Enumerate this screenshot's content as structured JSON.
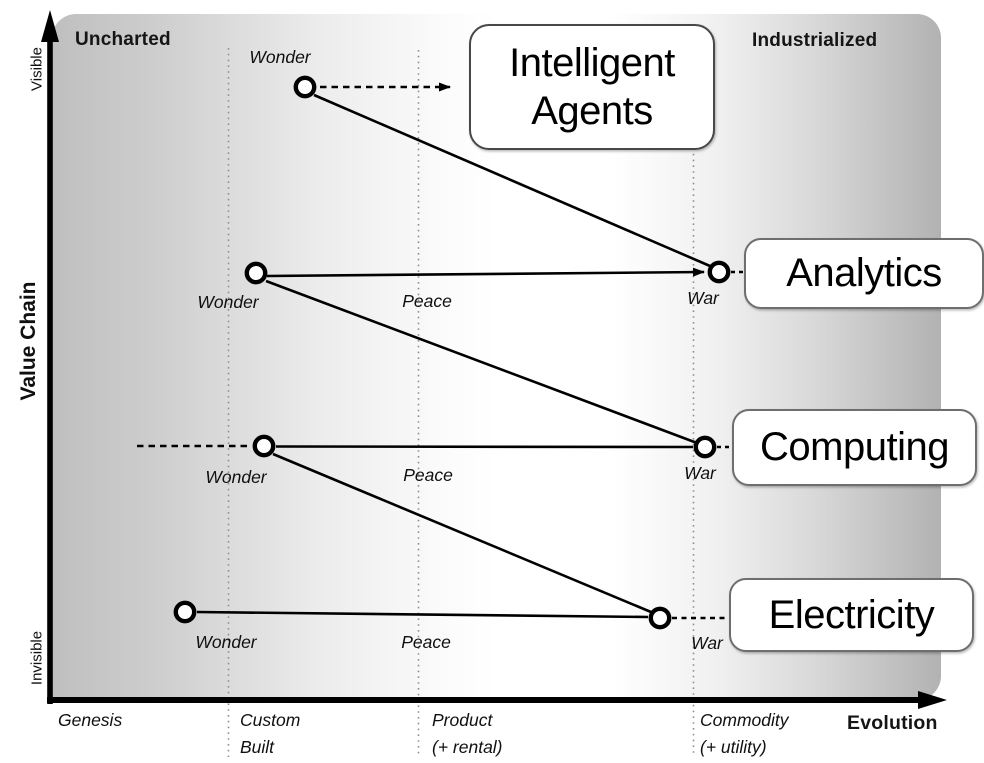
{
  "regions": {
    "top_left": "Uncharted",
    "top_right": "Industrialized"
  },
  "y_axis": {
    "label": "Value Chain",
    "top": "Visible",
    "bottom": "Invisible"
  },
  "x_axis": {
    "label": "Evolution",
    "stages": [
      {
        "line1": "Genesis",
        "line2": ""
      },
      {
        "line1": "Custom",
        "line2": "Built"
      },
      {
        "line1": "Product",
        "line2": "(+ rental)"
      },
      {
        "line1": "Commodity",
        "line2": "(+ utility)"
      }
    ]
  },
  "components": {
    "intelligent_agents": {
      "line1": "Intelligent",
      "line2": "Agents"
    },
    "analytics": {
      "label": "Analytics"
    },
    "computing": {
      "label": "Computing"
    },
    "electricity": {
      "label": "Electricity"
    }
  },
  "phases": {
    "wonder": "Wonder",
    "peace": "Peace",
    "war": "War"
  },
  "colors": {
    "ink": "#000000",
    "gridline_gray": "#8f8f8f",
    "edge_gradient_gray": "#bfbfbf",
    "box_border": "#6e6e6e",
    "box_border_dark": "#484848"
  }
}
